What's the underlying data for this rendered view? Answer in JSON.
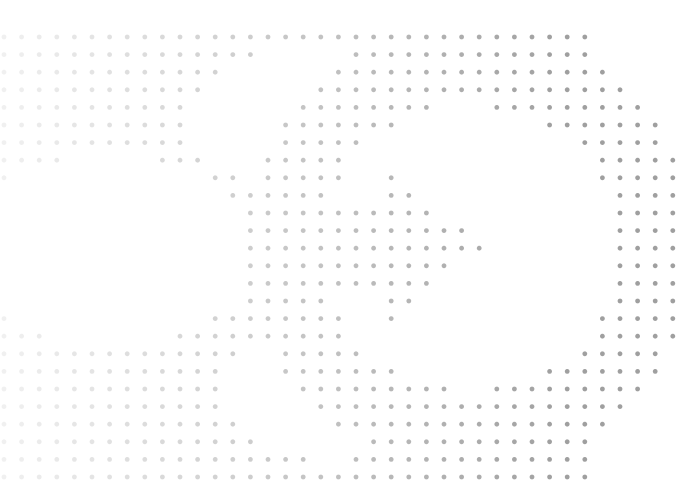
{
  "graphic": {
    "description_name": "dot-matrix-gradient",
    "dot_color": "#8a8a8a",
    "background_color": "#ffffff",
    "shapes": [
      "circle-outline",
      "arrow-right"
    ]
  }
}
